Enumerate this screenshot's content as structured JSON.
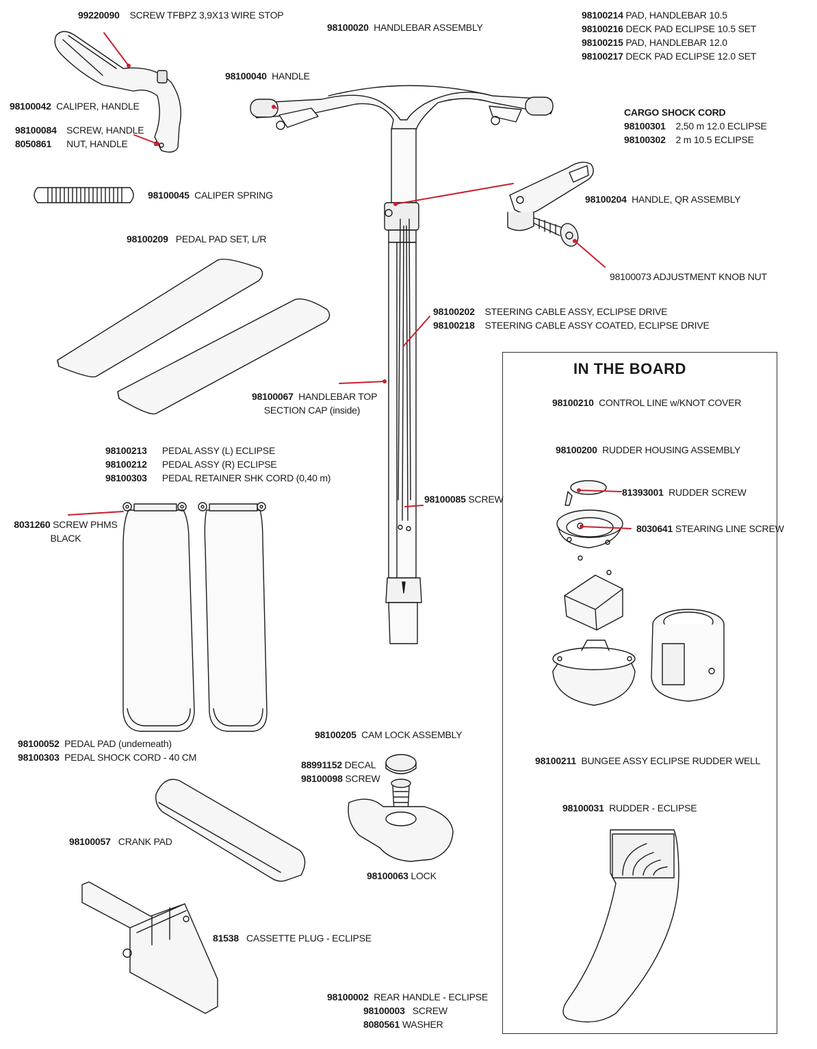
{
  "labels": {
    "wire_stop": {
      "num": "99220090",
      "text": "SCREW TFBPZ 3,9X13 WIRE STOP"
    },
    "handlebar_assembly": {
      "num": "98100020",
      "text": "HANDLEBAR ASSEMBLY"
    },
    "pads": [
      {
        "num": "98100214",
        "text": "PAD, HANDLEBAR 10.5"
      },
      {
        "num": "98100216",
        "text": "DECK PAD ECLIPSE 10.5 SET"
      },
      {
        "num": "98100215",
        "text": "PAD, HANDLEBAR 12.0"
      },
      {
        "num": "98100217",
        "text": "DECK PAD ECLIPSE 12.0 SET"
      }
    ],
    "handle": {
      "num": "98100040",
      "text": "HANDLE"
    },
    "caliper_handle": {
      "num": "98100042",
      "text": "CALIPER, HANDLE"
    },
    "screw_handle": {
      "num": "98100084",
      "text": "SCREW, HANDLE"
    },
    "nut_handle": {
      "num": "8050861",
      "text": "NUT, HANDLE"
    },
    "cargo_title": "CARGO SHOCK CORD",
    "cargo": [
      {
        "num": "98100301",
        "text": "2,50 m 12.0 ECLIPSE"
      },
      {
        "num": "98100302",
        "text": "2 m 10.5 ECLIPSE"
      }
    ],
    "caliper_spring": {
      "num": "98100045",
      "text": "CALIPER SPRING"
    },
    "qr_handle": {
      "num": "98100204",
      "text": "HANDLE, QR ASSEMBLY"
    },
    "pedal_pad_set": {
      "num": "98100209",
      "text": "PEDAL PAD SET, L/R"
    },
    "adjustment_knob": {
      "num": "98100073",
      "text": "ADJUSTMENT KNOB NUT"
    },
    "steering_cable": [
      {
        "num": "98100202",
        "text": "STEERING CABLE ASSY, ECLIPSE DRIVE"
      },
      {
        "num": "98100218",
        "text": "STEERING CABLE ASSY COATED, ECLIPSE DRIVE"
      }
    ],
    "top_cap": {
      "num": "98100067",
      "text": "HANDLEBAR TOP",
      "text2": "SECTION CAP (inside)"
    },
    "pedal_assy": [
      {
        "num": "98100213",
        "text": "PEDAL ASSY (L) ECLIPSE"
      },
      {
        "num": "98100212",
        "text": "PEDAL ASSY (R) ECLIPSE"
      },
      {
        "num": "98100303",
        "text": "PEDAL RETAINER SHK CORD (0,40 m)"
      }
    ],
    "screw_phms": {
      "num": "8031260",
      "text": "SCREW PHMS",
      "text2": "BLACK"
    },
    "screw_85": {
      "num": "98100085",
      "text": "SCREW"
    },
    "pedal_pad": {
      "num": "98100052",
      "text": "PEDAL PAD (underneath)"
    },
    "pedal_shock": {
      "num": "98100303",
      "text": "PEDAL SHOCK CORD - 40 CM"
    },
    "cam_lock": {
      "num": "98100205",
      "text": "CAM LOCK ASSEMBLY"
    },
    "decal": {
      "num": "88991152",
      "text": "DECAL"
    },
    "screw_98": {
      "num": "98100098",
      "text": "SCREW"
    },
    "crank_pad": {
      "num": "98100057",
      "text": "CRANK PAD"
    },
    "lock": {
      "num": "98100063",
      "text": "LOCK"
    },
    "cassette": {
      "num": "81538",
      "text": "CASSETTE PLUG - ECLIPSE"
    },
    "rear_handle": {
      "num": "98100002",
      "text": "REAR HANDLE - ECLIPSE"
    },
    "screw_03": {
      "num": "98100003",
      "text": "SCREW"
    },
    "washer": {
      "num": "8080561",
      "text": "WASHER"
    }
  },
  "board": {
    "title": "IN THE BOARD",
    "control_line": {
      "num": "98100210",
      "text": "CONTROL LINE w/KNOT COVER"
    },
    "rudder_housing": {
      "num": "98100200",
      "text": "RUDDER HOUSING ASSEMBLY"
    },
    "rudder_screw": {
      "num": "81393001",
      "text": "RUDDER SCREW"
    },
    "stearing_screw": {
      "num": "8030641",
      "text": "STEARING LINE SCREW"
    },
    "bungee": {
      "num": "98100211",
      "text": "BUNGEE ASSY ECLIPSE RUDDER WELL"
    },
    "rudder": {
      "num": "98100031",
      "text": "RUDDER - ECLIPSE"
    }
  },
  "colors": {
    "leader": "#c8202f",
    "line": "#1a1a1a",
    "fill": "#f2f2f2"
  }
}
